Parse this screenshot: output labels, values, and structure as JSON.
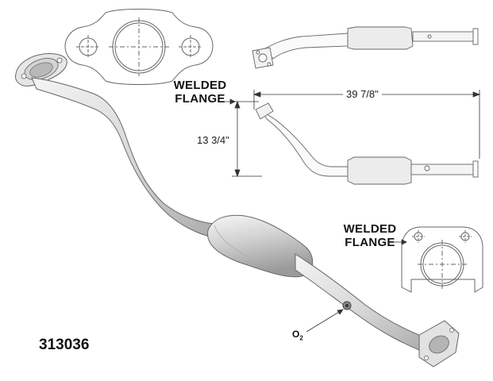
{
  "part_number": "313036",
  "flange_labels": {
    "top": [
      "WELDED",
      "FLANGE"
    ],
    "bottom": [
      "WELDED",
      "FLANGE"
    ]
  },
  "dimensions": {
    "overall_length": "39 7/8\"",
    "overall_height": "13 3/4\""
  },
  "sensor_label": {
    "main": "O",
    "sub": "2"
  },
  "colors": {
    "line": "#555555",
    "metal_light": "#eeeeee",
    "metal_mid": "#bdbdbd",
    "metal_dark": "#8c8c8c"
  }
}
